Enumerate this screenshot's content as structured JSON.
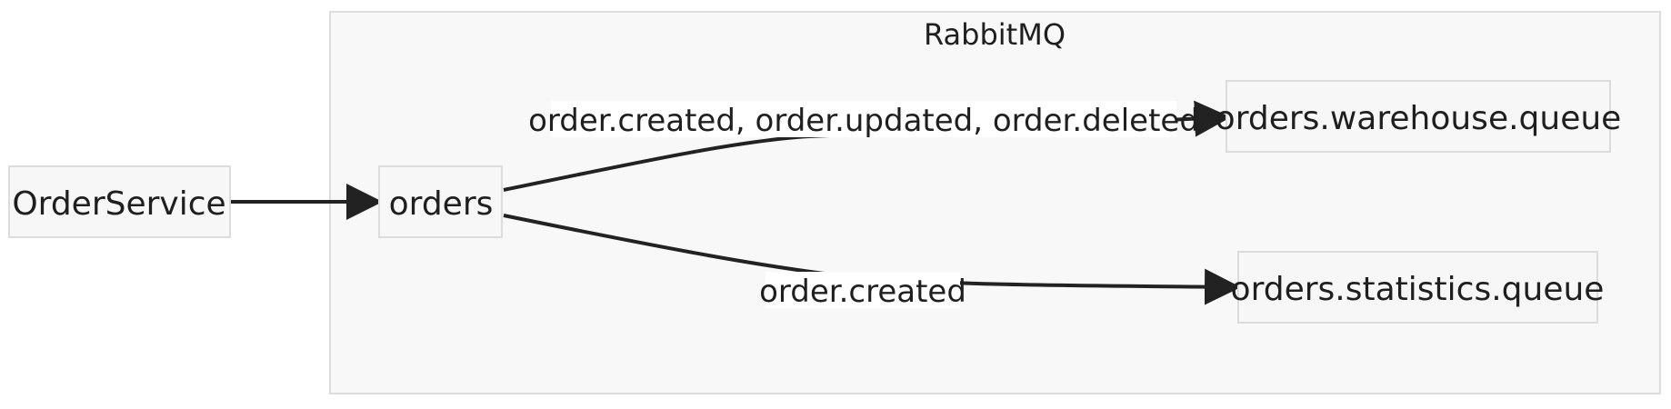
{
  "cluster": {
    "label": "RabbitMQ"
  },
  "nodes": {
    "producer": "OrderService",
    "exchange": "orders",
    "warehouse_queue": "orders.warehouse.queue",
    "statistics_queue": "orders.statistics.queue"
  },
  "edges": {
    "to_warehouse": "order.created, order.updated, order.deleted",
    "to_statistics": "order.created"
  },
  "colors": {
    "edge": "#222222",
    "cluster_fill": "#f8f8f8",
    "node_fill": "#f7f7f7",
    "border": "#dcdcdc"
  }
}
